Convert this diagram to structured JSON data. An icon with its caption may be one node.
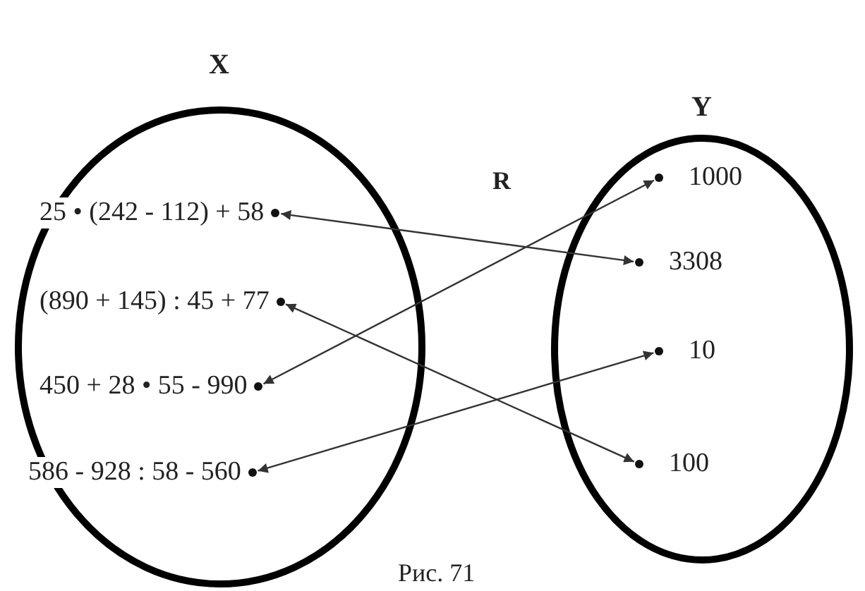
{
  "diagram": {
    "caption": "Рис. 71",
    "nodes": [
      {
        "text": [
          "X"
        ]
      },
      {
        "text": [
          "25 • (242 - 112) + 58"
        ],
        "in": 0
      },
      {
        "text": [
          "(890 + 145) : 45 + 77"
        ],
        "in": 0
      },
      {
        "text": [
          "450 + 28 • 55 - 990"
        ],
        "in": 0
      },
      {
        "text": [
          "586 - 928 : 58 - 560"
        ],
        "in": 0
      },
      {
        "text": [
          "Y"
        ]
      },
      {
        "text": [
          "1000"
        ],
        "in": 5
      },
      {
        "text": [
          "3308"
        ],
        "in": 5
      },
      {
        "text": [
          "10"
        ],
        "in": 5
      },
      {
        "text": [
          "100"
        ],
        "in": 5
      }
    ],
    "edges": [
      {
        "from": 1,
        "to": 7,
        "arrow": "both"
      },
      {
        "from": 2,
        "to": 9,
        "arrow": "both"
      },
      {
        "from": 3,
        "to": 6,
        "arrow": "both"
      },
      {
        "from": 4,
        "to": 8,
        "arrow": "both"
      }
    ],
    "labels": [
      "R"
    ]
  }
}
